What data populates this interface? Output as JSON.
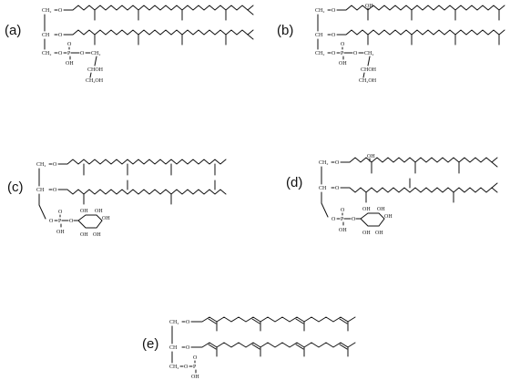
{
  "panels": [
    {
      "label": "(a)"
    },
    {
      "label": "(b)"
    },
    {
      "label": "(c)"
    },
    {
      "label": "(d)"
    },
    {
      "label": "(e)"
    }
  ],
  "atoms": {
    "ch2": "CH₂",
    "ch": "CH",
    "o": "O",
    "p": "P",
    "oh": "OH",
    "choh": "CHOH",
    "ch2oh": "CH₂OH",
    "carbonyl_o": "O"
  }
}
